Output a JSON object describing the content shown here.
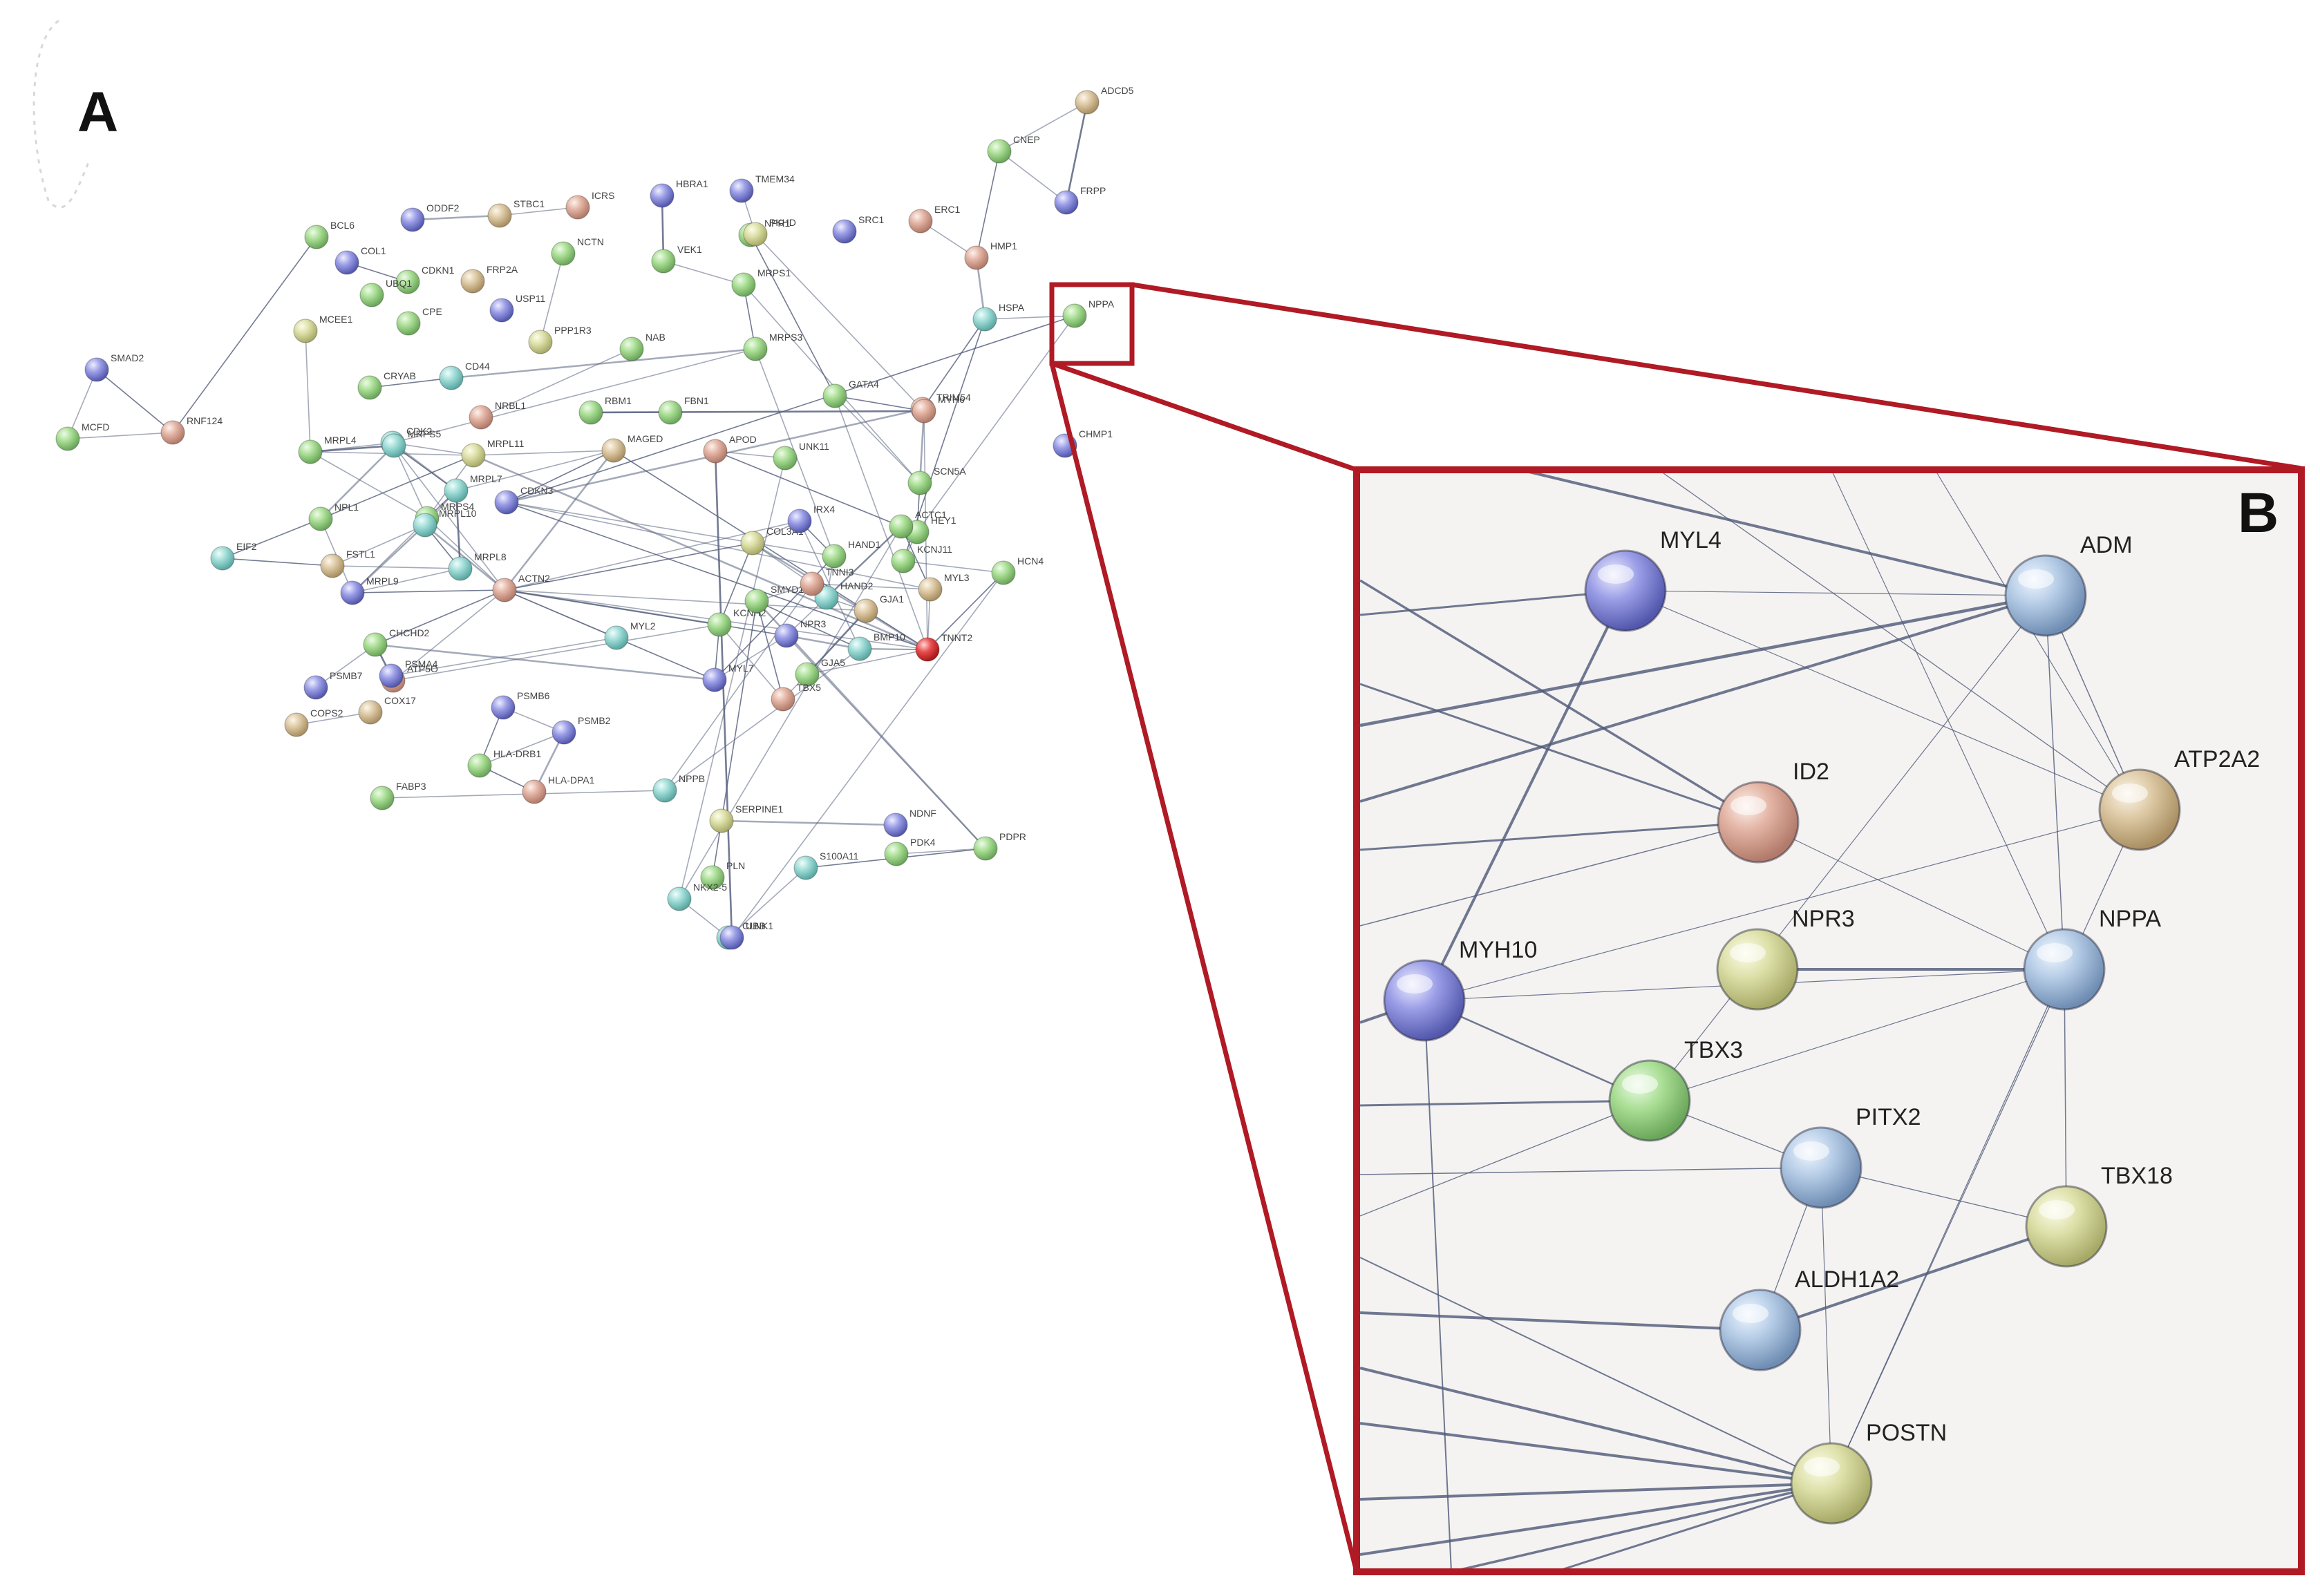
{
  "figure": {
    "panel_a_label": "A",
    "panel_b_label": "B",
    "colors": {
      "frame": "#b01a24",
      "zoom_background": "#f4f3f1",
      "edge": "#5a6480",
      "highlight_node": "#e02020"
    }
  },
  "network_a": {
    "nodes": [
      {
        "label": "ADCD5",
        "color": "tan"
      },
      {
        "label": "CNEP",
        "color": "green"
      },
      {
        "label": "FRPP",
        "color": "blue"
      },
      {
        "label": "HMP1",
        "color": "salmon"
      },
      {
        "label": "ERC1",
        "color": "salmon"
      },
      {
        "label": "SRC1",
        "color": "blue"
      },
      {
        "label": "NPR1",
        "color": "green"
      },
      {
        "label": "HSPA",
        "color": "cyan"
      },
      {
        "label": "NPPA",
        "color": "green"
      },
      {
        "label": "CHMP1",
        "color": "blue"
      },
      {
        "label": "SMAD2",
        "color": "blue"
      },
      {
        "label": "RNF124",
        "color": "salmon"
      },
      {
        "label": "MCFD",
        "color": "green"
      },
      {
        "label": "BCL6",
        "color": "green"
      },
      {
        "label": "ODDF2",
        "color": "blue"
      },
      {
        "label": "STBC1",
        "color": "tan"
      },
      {
        "label": "ICRS",
        "color": "salmon"
      },
      {
        "label": "COL1",
        "color": "blue"
      },
      {
        "label": "CDKN1",
        "color": "green"
      },
      {
        "label": "NCTN",
        "color": "green"
      },
      {
        "label": "FRP2A",
        "color": "tan"
      },
      {
        "label": "UBQ1",
        "color": "green"
      },
      {
        "label": "CPE",
        "color": "green"
      },
      {
        "label": "USP11",
        "color": "blue"
      },
      {
        "label": "PPP1R3",
        "color": "yellow"
      },
      {
        "label": "MCEE1",
        "color": "yellow"
      },
      {
        "label": "HBRA1",
        "color": "blue"
      },
      {
        "label": "TMEM34",
        "color": "blue"
      },
      {
        "label": "VEK1",
        "color": "green"
      },
      {
        "label": "PKHD",
        "color": "yellow"
      },
      {
        "label": "MRPS1",
        "color": "green"
      },
      {
        "label": "MRPS3",
        "color": "green"
      },
      {
        "label": "CRYAB",
        "color": "green"
      },
      {
        "label": "CD44",
        "color": "cyan"
      },
      {
        "label": "NRBL1",
        "color": "salmon"
      },
      {
        "label": "NAB",
        "color": "green"
      },
      {
        "label": "RBM1",
        "color": "green"
      },
      {
        "label": "FBN1",
        "color": "green"
      },
      {
        "label": "TRIM54",
        "color": "salmon"
      },
      {
        "label": "MRPL4",
        "color": "green"
      },
      {
        "label": "CDK2",
        "color": "cyan"
      },
      {
        "label": "CDKN3",
        "color": "blue"
      },
      {
        "label": "MRPS4",
        "color": "green"
      },
      {
        "label": "MRPS5",
        "color": "cyan"
      },
      {
        "label": "MRPL11",
        "color": "yellow"
      },
      {
        "label": "MAGED",
        "color": "tan"
      },
      {
        "label": "MRPL7",
        "color": "cyan"
      },
      {
        "label": "NPL1",
        "color": "green"
      },
      {
        "label": "MRPL9",
        "color": "blue"
      },
      {
        "label": "MRPL8",
        "color": "cyan"
      },
      {
        "label": "MRPL10",
        "color": "cyan"
      },
      {
        "label": "EIF2",
        "color": "cyan"
      },
      {
        "label": "FSTL1",
        "color": "tan"
      },
      {
        "label": "ACTN2",
        "color": "salmon"
      },
      {
        "label": "MYL2",
        "color": "cyan"
      },
      {
        "label": "CHCHD2",
        "color": "green"
      },
      {
        "label": "ATP5O",
        "color": "salmon"
      },
      {
        "label": "PSMB7",
        "color": "blue"
      },
      {
        "label": "PSMA4",
        "color": "blue"
      },
      {
        "label": "PSMB6",
        "color": "blue"
      },
      {
        "label": "PSMB2",
        "color": "blue"
      },
      {
        "label": "HLA-DRB1",
        "color": "green"
      },
      {
        "label": "HLA-DPA1",
        "color": "salmon"
      },
      {
        "label": "COX17",
        "color": "tan"
      },
      {
        "label": "COPS2",
        "color": "tan"
      },
      {
        "label": "FABP3",
        "color": "green"
      },
      {
        "label": "NPPB",
        "color": "cyan"
      },
      {
        "label": "PLN",
        "color": "green"
      },
      {
        "label": "SERPINE1",
        "color": "yellow"
      },
      {
        "label": "NDNF",
        "color": "blue"
      },
      {
        "label": "PDPR",
        "color": "green"
      },
      {
        "label": "PDK4",
        "color": "green"
      },
      {
        "label": "S100A11",
        "color": "cyan"
      },
      {
        "label": "CLNK1",
        "color": "cyan"
      },
      {
        "label": "NKX2-5",
        "color": "cyan"
      },
      {
        "label": "UBB",
        "color": "blue"
      },
      {
        "label": "APOD",
        "color": "salmon"
      },
      {
        "label": "UNK11",
        "color": "green"
      },
      {
        "label": "GATA4",
        "color": "green"
      },
      {
        "label": "MYH6",
        "color": "salmon"
      },
      {
        "label": "SCN5A",
        "color": "green"
      },
      {
        "label": "HEY1",
        "color": "green"
      },
      {
        "label": "KCNJ11",
        "color": "green"
      },
      {
        "label": "HCN4",
        "color": "green"
      },
      {
        "label": "TNNT2",
        "color": "red"
      },
      {
        "label": "COL3A1",
        "color": "yellow"
      },
      {
        "label": "IRX4",
        "color": "blue"
      },
      {
        "label": "HAND1",
        "color": "green"
      },
      {
        "label": "HAND2",
        "color": "cyan"
      },
      {
        "label": "GJA1",
        "color": "tan"
      },
      {
        "label": "GJA5",
        "color": "green"
      },
      {
        "label": "TBX5",
        "color": "salmon"
      },
      {
        "label": "KCNH2",
        "color": "green"
      },
      {
        "label": "MYL7",
        "color": "blue"
      },
      {
        "label": "NPR3",
        "color": "blue"
      },
      {
        "label": "BMP10",
        "color": "cyan"
      },
      {
        "label": "SMYD1",
        "color": "green"
      },
      {
        "label": "TNNI3",
        "color": "salmon"
      },
      {
        "label": "MYL3",
        "color": "tan"
      },
      {
        "label": "ACTC1",
        "color": "green"
      }
    ]
  },
  "network_b": {
    "nodes": [
      {
        "label": "MYL4",
        "color": "blue"
      },
      {
        "label": "ADM",
        "color": "lightblue"
      },
      {
        "label": "ID2",
        "color": "salmon"
      },
      {
        "label": "ATP2A2",
        "color": "tan"
      },
      {
        "label": "NPR3",
        "color": "yellow"
      },
      {
        "label": "NPPA",
        "color": "lightblue"
      },
      {
        "label": "MYH10",
        "color": "blue"
      },
      {
        "label": "TBX3",
        "color": "green"
      },
      {
        "label": "PITX2",
        "color": "lightblue"
      },
      {
        "label": "TBX18",
        "color": "yellow"
      },
      {
        "label": "ALDH1A2",
        "color": "lightblue"
      },
      {
        "label": "POSTN",
        "color": "yellow"
      }
    ]
  },
  "inset_zoom_labels": [
    "NPPA",
    "NPPB"
  ]
}
